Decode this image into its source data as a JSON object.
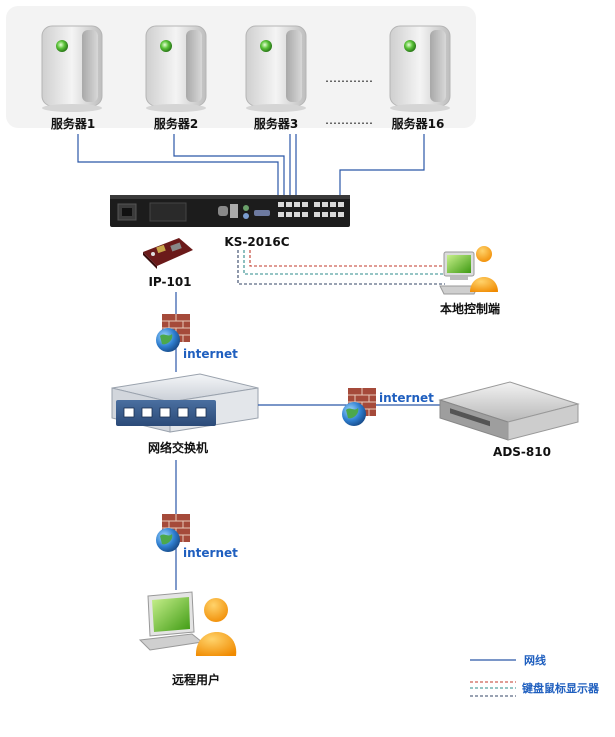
{
  "servers": [
    {
      "label": "服务器1"
    },
    {
      "label": "服务器2"
    },
    {
      "label": "服务器3"
    },
    {
      "label": "服务器16"
    }
  ],
  "ellipsis": "…………",
  "kvm_label": "KS-2016C",
  "ip_label": "IP-101",
  "local_console_label": "本地控制端",
  "switch_label": "网络交换机",
  "ads_label": "ADS-810",
  "remote_user_label": "远程用户",
  "internet_label": "internet",
  "legend": {
    "network_cable": "网线",
    "kvm_cable": "键盘鼠标显示器"
  },
  "colors": {
    "network_line": "#2b57a8",
    "kvm_red": "#c0392b",
    "kvm_teal": "#2e8b8b",
    "kvm_dark": "#334466",
    "internet_text": "#1f5fbf"
  }
}
